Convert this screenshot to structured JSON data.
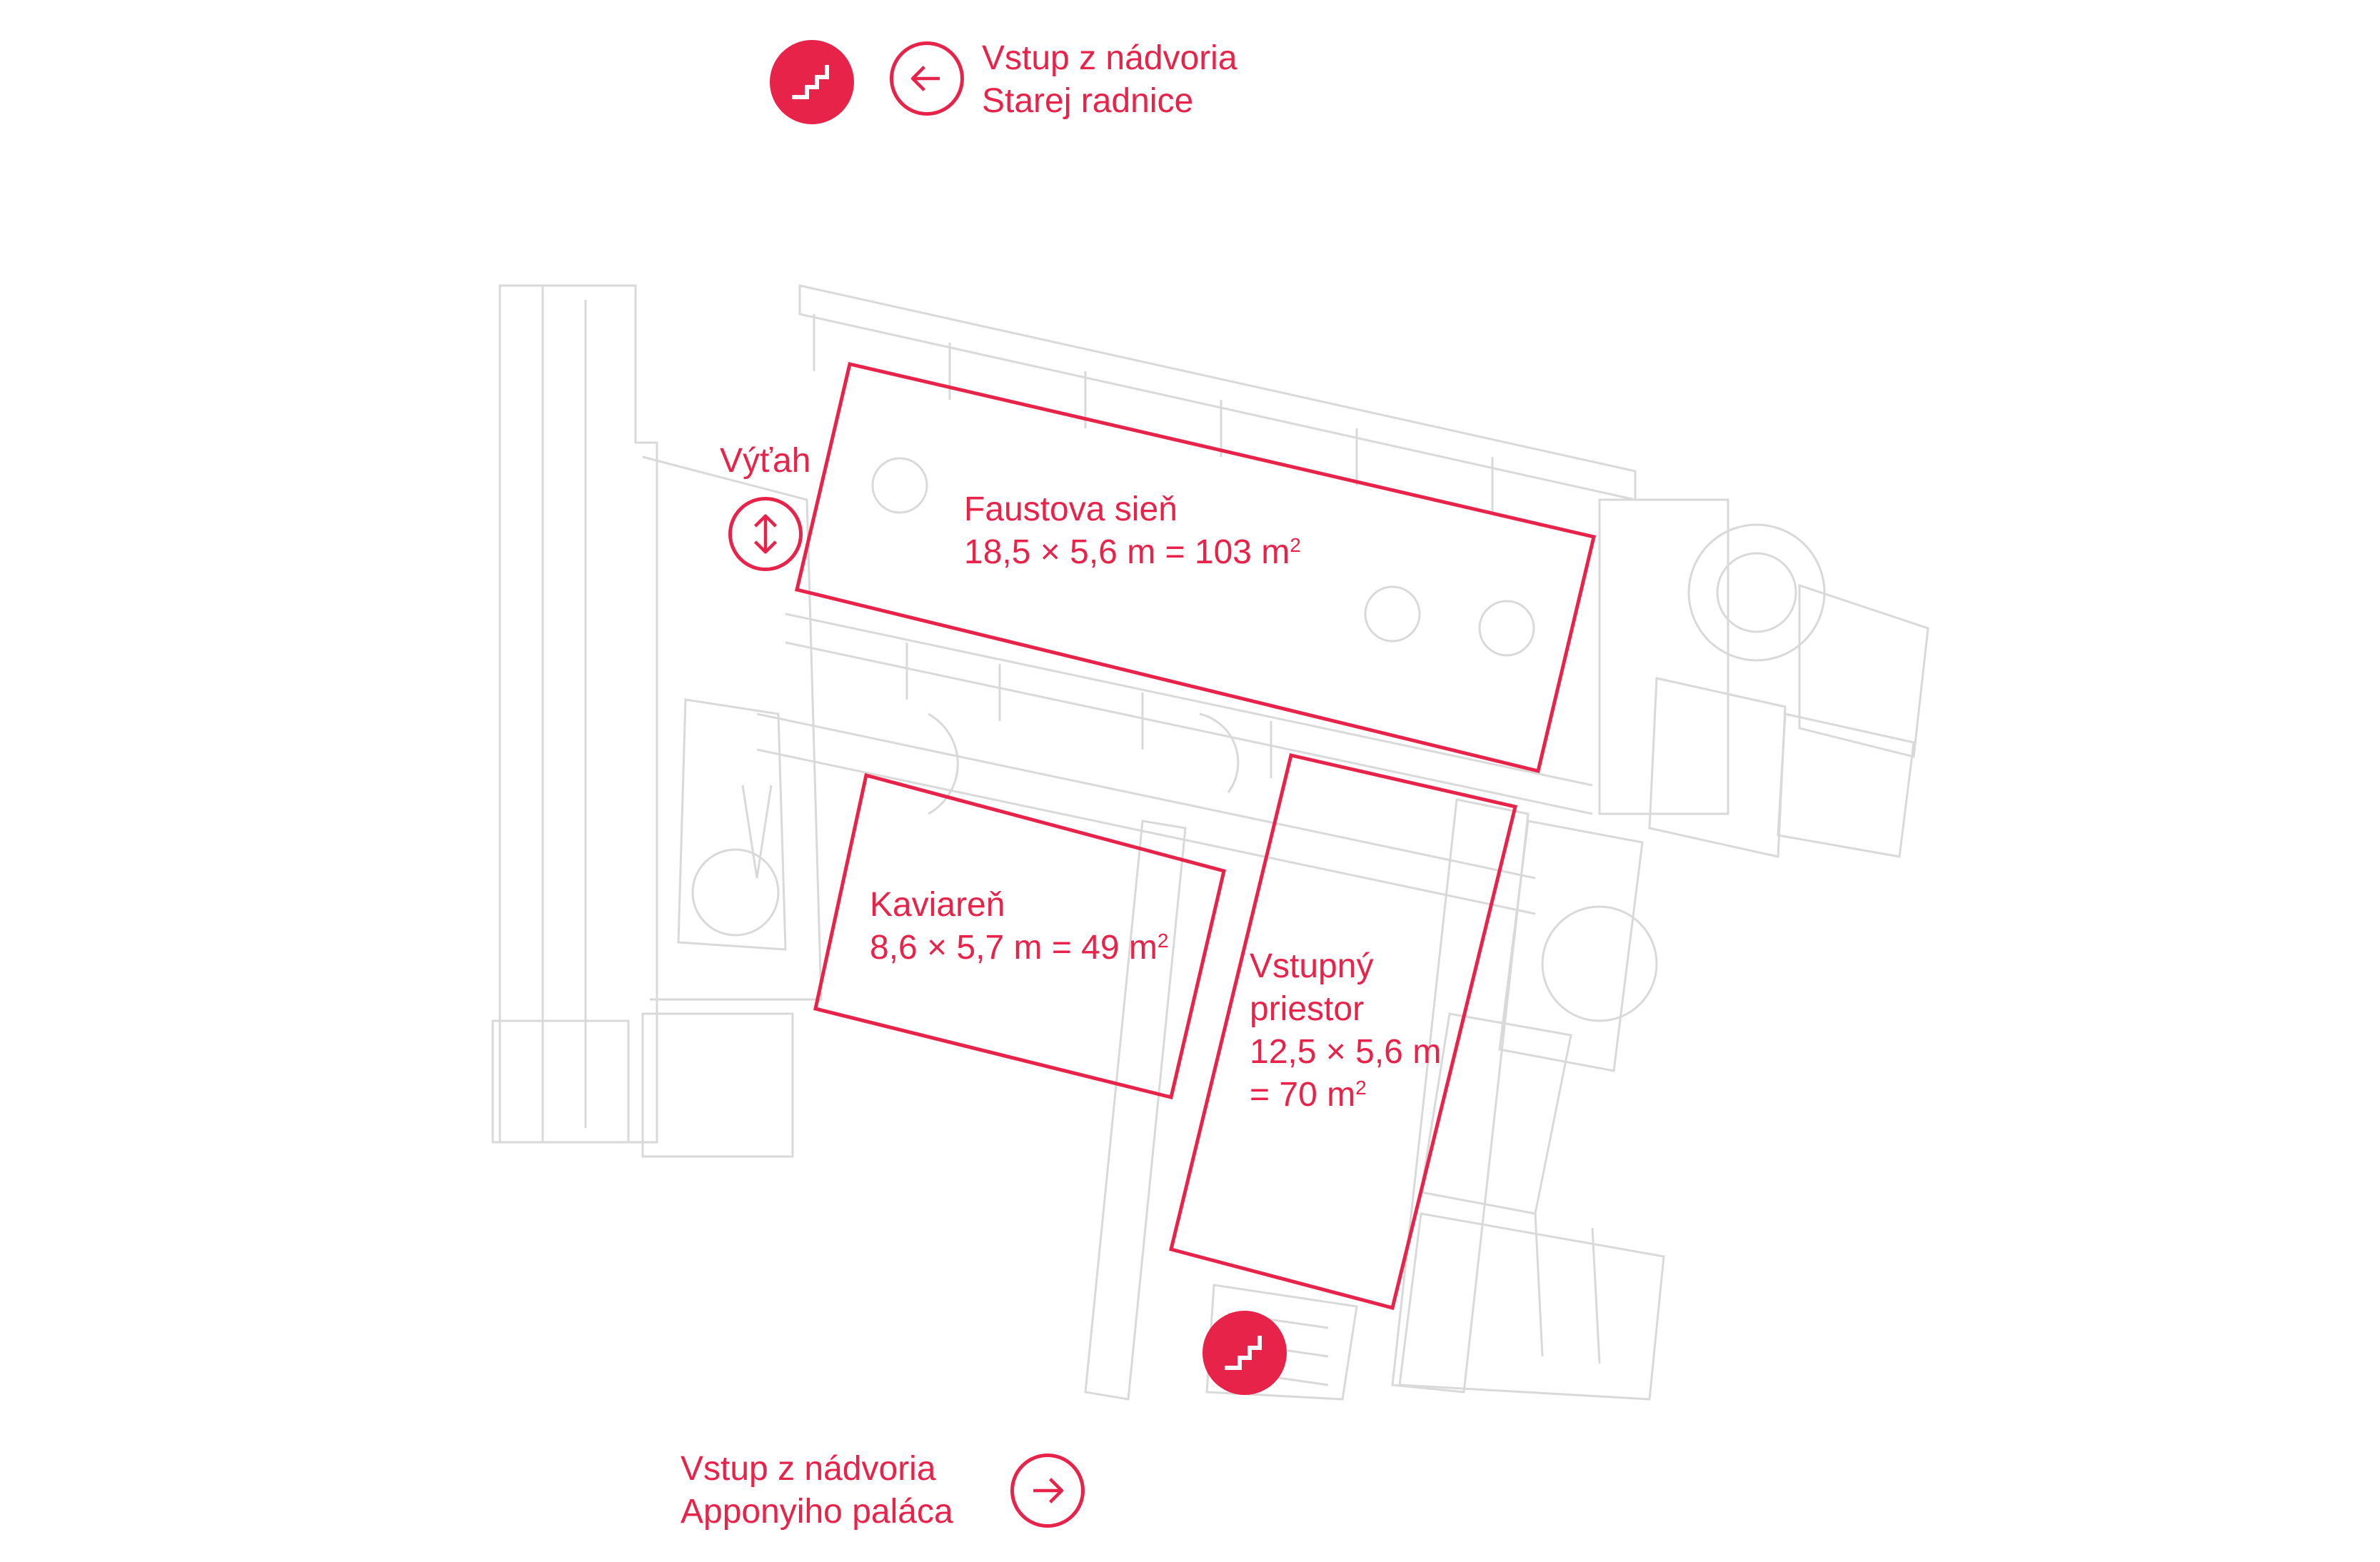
{
  "accent_color": "#e8234a",
  "entrances": {
    "top": {
      "line1": "Vstup z nádvoria",
      "line2": "Starej radnice",
      "icon": "arrow-left-icon"
    },
    "bottom": {
      "line1": "Vstup z nádvoria",
      "line2": "Apponyiho paláca",
      "icon": "arrow-right-icon"
    }
  },
  "stairs_icon": "stairs-icon",
  "elevator": {
    "label": "Výťah",
    "icon": "elevator-updown-icon"
  },
  "rooms": [
    {
      "name": "Faustova sieň",
      "size_prefix": "18,5 × 5,6 m = 103 m",
      "unit_sup": "2"
    },
    {
      "name": "Kaviareň",
      "size_prefix": "8,6 × 5,7 m = 49 m",
      "unit_sup": "2"
    },
    {
      "name_line1": "Vstupný",
      "name_line2": "priestor",
      "size_line1": "12,5 × 5,6 m",
      "size_prefix": "= 70 m",
      "unit_sup": "2"
    }
  ]
}
